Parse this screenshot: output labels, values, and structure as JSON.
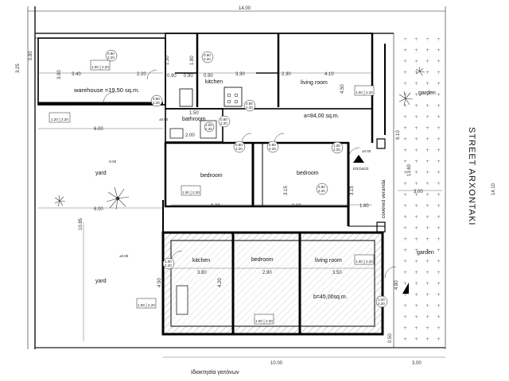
{
  "plan": {
    "top_dimension": "14.00",
    "bottom_caption": "Ιδιοκτησία γειτόνων",
    "street_label": "STREET ARXONTAKI",
    "colors": {
      "wall": "#000000",
      "hatch": "#555555",
      "line": "#333333",
      "background": "#ffffff"
    }
  },
  "rooms_upper": {
    "warehouse": "warehouse =19,50 sq.m.",
    "kitchen": "kitchen",
    "living_room": "living room",
    "area_a": "a=84,00 sq.m.",
    "bathroom": "bathroom",
    "bedroom_left": "bedroom",
    "bedroom_right": "bedroom",
    "covered_veranda": "covered veranda",
    "entrance": "ΕΙΣΟΔΟΣ",
    "garden_top": "garden",
    "yard_top": "yard",
    "yard_mid": "yard"
  },
  "rooms_lower": {
    "kitchen": "kitchen",
    "bedroom": "bedroom",
    "living_room": "living room",
    "area_b": "b=45,00sq.m.",
    "garden": "garden"
  },
  "dimensions": [
    "3.40",
    "2.20",
    "0.90",
    "1.30",
    "1.80",
    "0.90",
    "0.90",
    "3.30",
    "2.30",
    "4.10",
    "6.00",
    "6.00",
    "3.30",
    "3.30",
    "1.80",
    "3.80",
    "2.90",
    "3.50",
    "10.00",
    "3.00",
    "3.90",
    "3.25",
    "0.80",
    "10.85",
    "4.50",
    "9.10",
    "13.60",
    "14.10",
    "3.00",
    "3.15",
    "3.15",
    "2.00",
    "4.20",
    "4.50",
    "0.50",
    "4.80",
    "1.50"
  ],
  "door_tags": [
    {
      "top": "0.80",
      "bottom": "2.20"
    },
    {
      "top": "0.80",
      "bottom": "2.20"
    },
    {
      "top": "0.80",
      "bottom": "2.20"
    },
    {
      "top": "0.80",
      "bottom": "2.20"
    },
    {
      "top": "0.80",
      "bottom": "2.20"
    },
    {
      "top": "0.80",
      "bottom": "2.20"
    },
    {
      "top": "0.80",
      "bottom": "2.20"
    },
    {
      "top": "1.00",
      "bottom": "2.20"
    },
    {
      "top": "0.80",
      "bottom": "2.20"
    },
    {
      "top": "1.00",
      "bottom": "2.20"
    },
    {
      "top": "1.00",
      "bottom": "2.20"
    },
    {
      "top": "1.00",
      "bottom": "2.20"
    }
  ],
  "window_tags": [
    {
      "left": "1.20",
      "right": "2.20"
    },
    {
      "left": "1.00",
      "right": "2.20"
    },
    {
      "left": "1.00",
      "right": "2.20"
    },
    {
      "left": "1.00",
      "right": "2.20"
    },
    {
      "left": "1.00",
      "right": "2.20"
    },
    {
      "left": "1.00",
      "right": "2.20"
    },
    {
      "left": "1.00",
      "right": "2.20"
    }
  ],
  "levels": [
    "±0.00",
    "-0.50",
    "±0.00",
    "±0.00"
  ]
}
